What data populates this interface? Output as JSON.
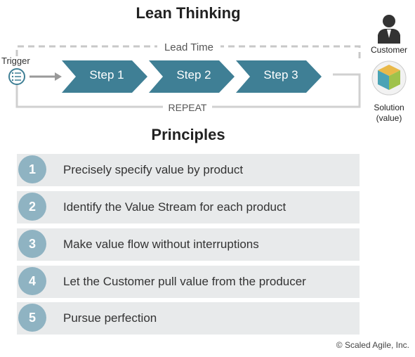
{
  "title": "Lean Thinking",
  "flow": {
    "lead_time_label": "Lead Time",
    "repeat_label": "REPEAT",
    "trigger_label": "Trigger",
    "steps": [
      "Step 1",
      "Step 2",
      "Step 3"
    ],
    "customer_label": "Customer",
    "solution_label_line1": "Solution",
    "solution_label_line2": "(value)"
  },
  "principles_title": "Principles",
  "principles": [
    {
      "number": "1",
      "text": "Precisely specify value by product"
    },
    {
      "number": "2",
      "text": "Identify the Value Stream for each product"
    },
    {
      "number": "3",
      "text": "Make value flow without interruptions"
    },
    {
      "number": "4",
      "text": "Let the Customer pull value from the producer"
    },
    {
      "number": "5",
      "text": "Pursue perfection"
    }
  ],
  "copyright": "© Scaled Agile, Inc.",
  "colors": {
    "step_fill": "#3f7f95",
    "number_circle": "#8fb3c2",
    "row_background": "#e8eaeb",
    "loop_line": "#c8c8c8"
  }
}
